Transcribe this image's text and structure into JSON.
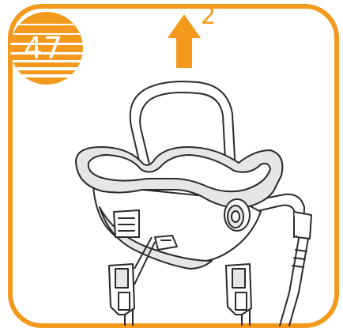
{
  "step": {
    "number": "47"
  },
  "instruction": {
    "arrow_label": "2",
    "direction": "up"
  },
  "colors": {
    "accent": "#f39a1e",
    "line": "#2a2a2a",
    "fill": "#ffffff",
    "shade": "#e6e6e6"
  },
  "icons": [
    "up-arrow-icon"
  ]
}
